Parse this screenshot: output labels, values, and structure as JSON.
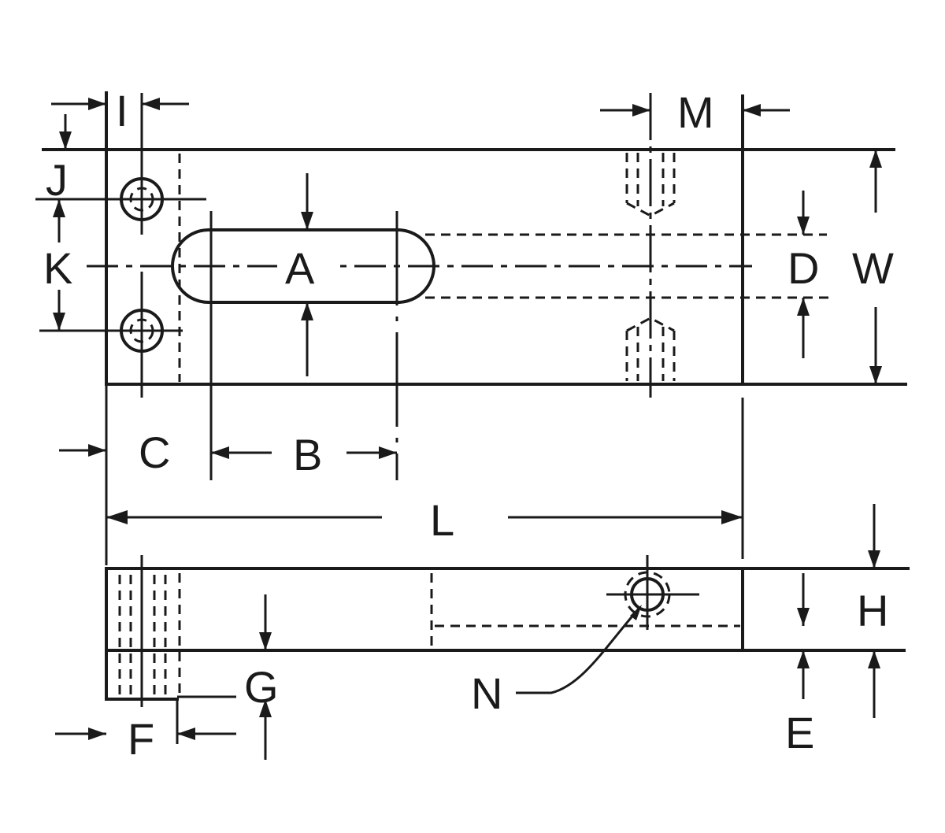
{
  "labels": {
    "A": "A",
    "B": "B",
    "C": "C",
    "D": "D",
    "E": "E",
    "F": "F",
    "G": "G",
    "H": "H",
    "I": "I",
    "J": "J",
    "K": "K",
    "L": "L",
    "M": "M",
    "N": "N",
    "W": "W"
  },
  "colors": {
    "ink": "#1a1a1a",
    "paper": "#ffffff"
  }
}
